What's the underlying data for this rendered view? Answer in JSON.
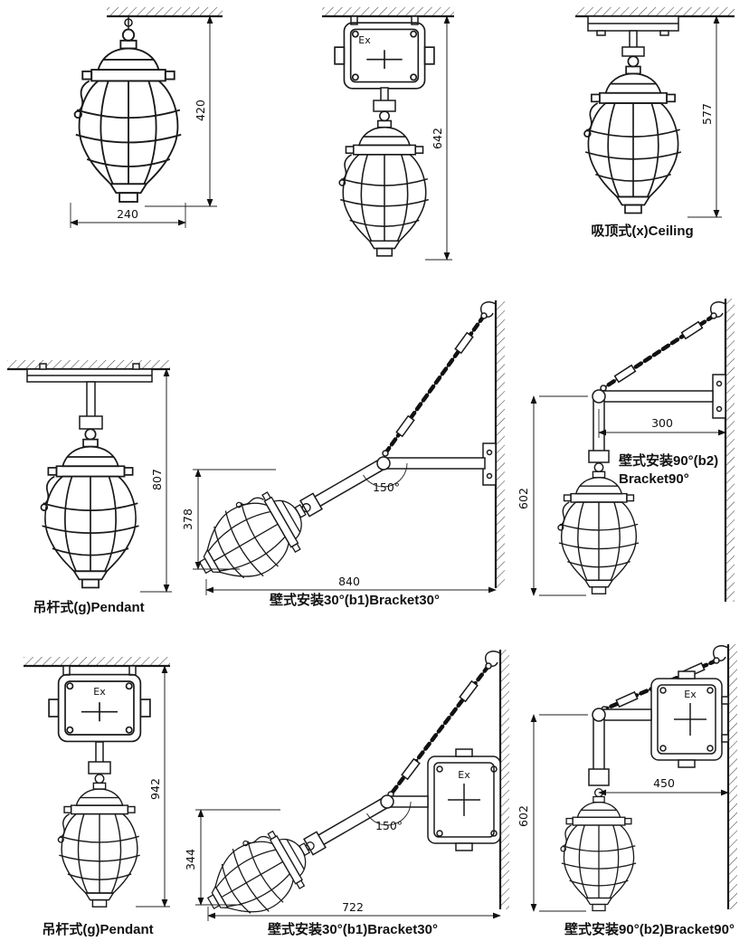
{
  "ex_label": "Ex",
  "drawings": {
    "ceiling_direct": {
      "dim_height": "420",
      "dim_width": "240"
    },
    "ceiling_box": {
      "dim_height": "642"
    },
    "ceiling_arm": {
      "dim_height": "577",
      "caption": "吸顶式(x)Ceiling"
    },
    "pendant": {
      "dim_height": "807",
      "caption": "吊杆式(g)Pendant"
    },
    "bracket30": {
      "dim_height": "378",
      "dim_width": "840",
      "angle": "150°",
      "caption": "壁式安装30°(b1)Bracket30°"
    },
    "bracket90": {
      "dim_width": "300",
      "dim_height": "602",
      "caption_line1": "壁式安装90°(b2)",
      "caption_line2": "Bracket90°"
    },
    "pendant_box": {
      "dim_height": "942",
      "caption": "吊杆式(g)Pendant"
    },
    "bracket30_box": {
      "dim_height": "344",
      "dim_width": "722",
      "angle": "150°",
      "caption": "壁式安装30°(b1)Bracket30°"
    },
    "bracket90_box": {
      "dim_width": "450",
      "dim_height": "602",
      "caption": "壁式安装90°(b2)Bracket90°"
    }
  }
}
